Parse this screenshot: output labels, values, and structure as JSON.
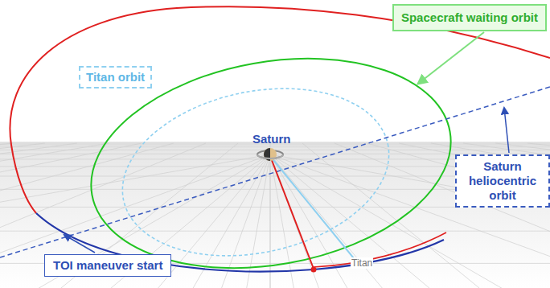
{
  "diagram": {
    "nodes": [
      {
        "text": [
          "Spacecraft waiting orbit"
        ]
      },
      {
        "text": [
          "Titan orbit"
        ]
      },
      {
        "text": [
          "Saturn heliocentric orbit"
        ]
      },
      {
        "text": [
          "TOI maneuver start"
        ]
      }
    ],
    "labels": [
      "Saturn",
      "Titan"
    ]
  }
}
